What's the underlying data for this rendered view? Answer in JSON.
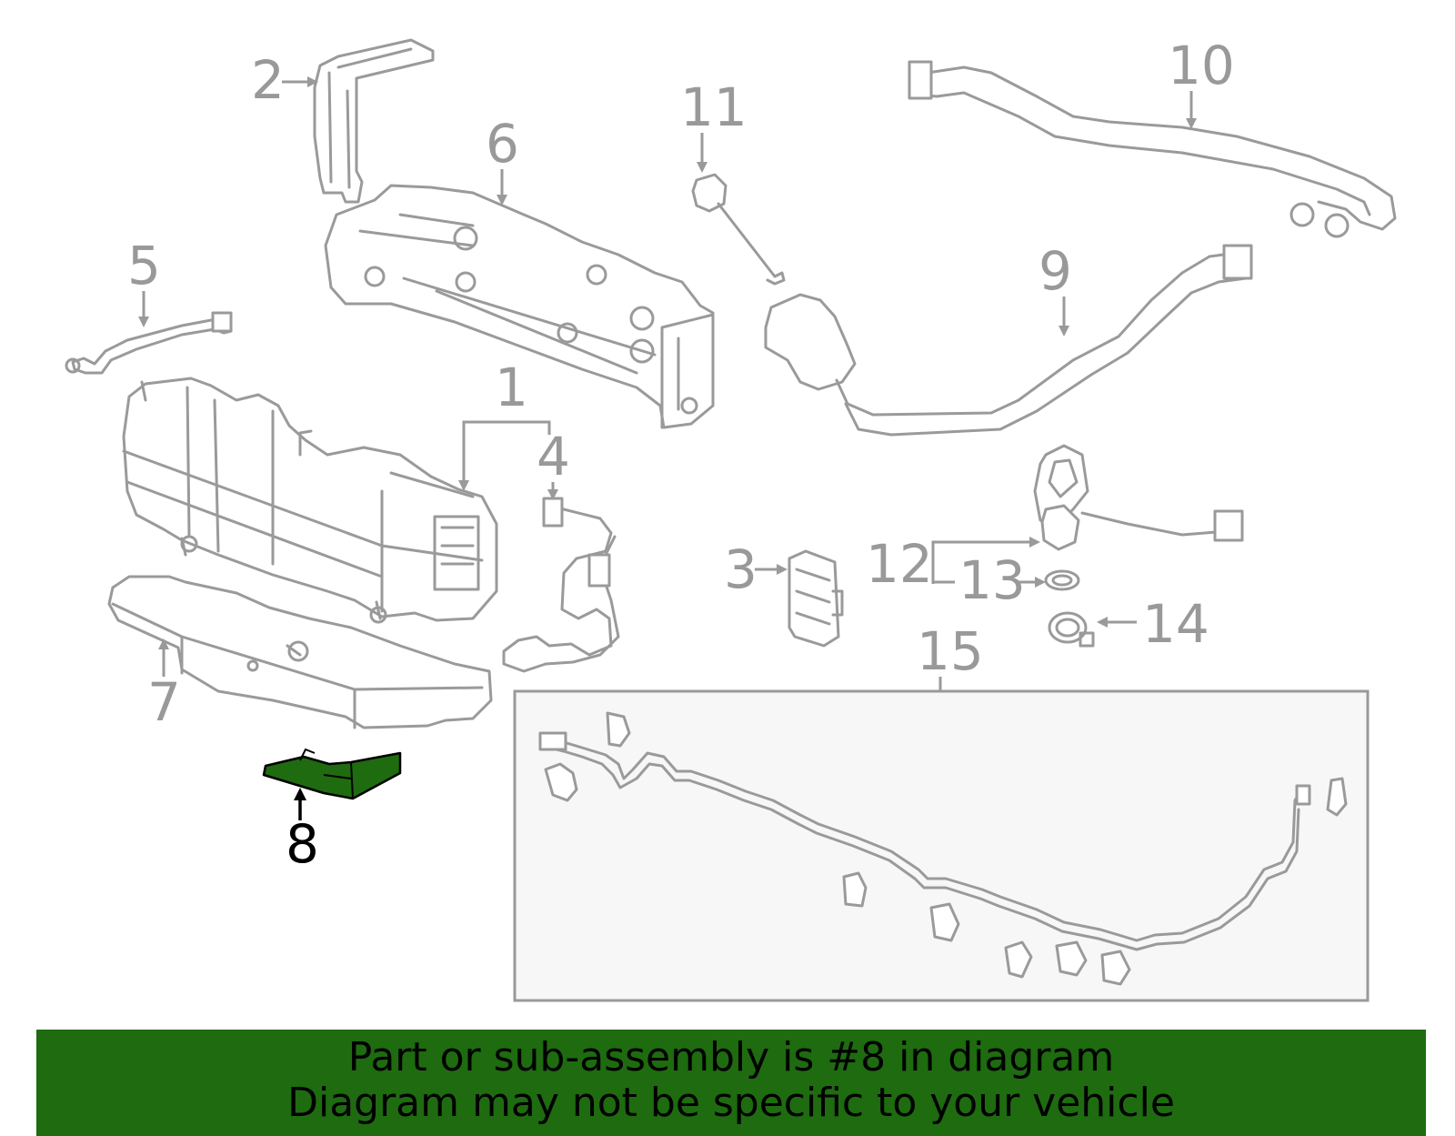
{
  "diagram": {
    "highlighted_part": "8",
    "callouts": [
      "1",
      "2",
      "3",
      "4",
      "5",
      "6",
      "7",
      "8",
      "9",
      "10",
      "11",
      "12",
      "13",
      "14",
      "15"
    ],
    "highlight_color": "#1e6b10",
    "part_stroke_color": "#9a9a9a"
  },
  "banner": {
    "line1": "Part or sub-assembly is #8 in diagram",
    "line2": "Diagram may not be specific to your vehicle",
    "background": "#1e6b10"
  }
}
